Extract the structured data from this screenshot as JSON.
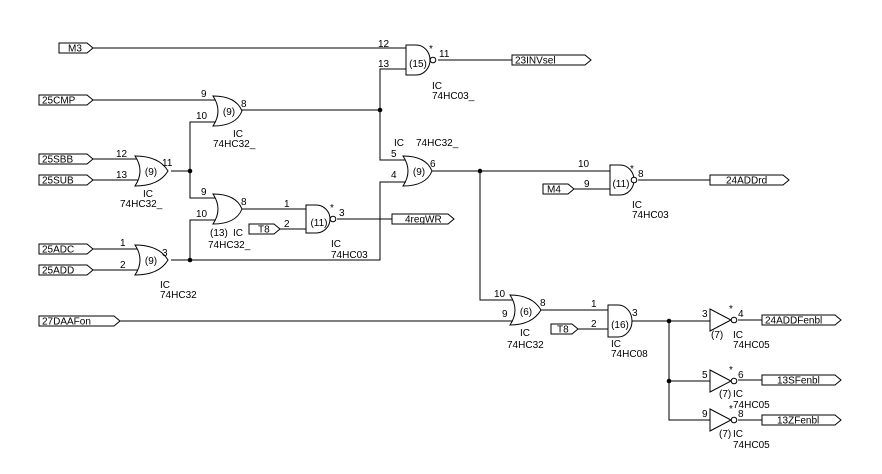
{
  "ports_in": {
    "m3": "M3",
    "cmp25": "25CMP",
    "sbb25": "25SBB",
    "sub25": "25SUB",
    "adc25": "25ADC",
    "add25": "25ADD",
    "daafon27": "27DAAFon",
    "m4": "M4",
    "t8a": "T8",
    "t8b": "T8"
  },
  "ports_out": {
    "invsel23": "23INVsel",
    "regwr4": "4regWR",
    "addrd24": "24ADDrd",
    "addfenbl24": "24ADDFenbl",
    "sfenbl13": "13SFenbl",
    "zfenbl13": "13ZFenbl"
  },
  "gates": {
    "g15": {
      "num": "(15)",
      "ic": "IC",
      "type": "74HC03_",
      "pin_a": "12",
      "pin_b": "13",
      "pin_out": "11",
      "star": "*"
    },
    "g9a": {
      "num": "(9)",
      "ic": "IC",
      "type": "74HC32_",
      "pin_a": "9",
      "pin_b": "10",
      "pin_out": "8"
    },
    "g9b": {
      "num": "(9)",
      "ic": "IC",
      "type": "74HC32_",
      "pin_a": "12",
      "pin_b": "13",
      "pin_out": "11"
    },
    "g13": {
      "num": "(13)",
      "ic": "IC",
      "type": "74HC32_",
      "pin_a": "9",
      "pin_b": "10",
      "pin_out": "8"
    },
    "g11a": {
      "num": "(11)",
      "ic": "IC",
      "type": "74HC03",
      "pin_a": "1",
      "pin_b": "2",
      "pin_out": "3",
      "star": "*"
    },
    "g9c": {
      "num": "(9)",
      "ic": "IC",
      "type": "74HC32",
      "pin_a": "1",
      "pin_b": "2",
      "pin_out": "3"
    },
    "g9d": {
      "num": "(9)",
      "ic": "IC",
      "type": "74HC32_",
      "pin_a": "5",
      "pin_b": "4",
      "pin_out": "6"
    },
    "g11b": {
      "num": "(11)",
      "ic": "IC",
      "type": "74HC03",
      "pin_a": "10",
      "pin_b": "9",
      "pin_out": "8",
      "star": "*"
    },
    "g6": {
      "num": "(6)",
      "ic": "IC",
      "type": "74HC32",
      "pin_a": "10",
      "pin_b": "9",
      "pin_out": "8"
    },
    "g16": {
      "num": "(16)",
      "ic": "IC",
      "type": "74HC08",
      "pin_a": "1",
      "pin_b": "2",
      "pin_out": "3"
    },
    "inv1": {
      "num": "(7)",
      "ic": "IC",
      "type": "74HC05",
      "pin_in": "3",
      "pin_out": "4",
      "star": "*"
    },
    "inv2": {
      "num": "(7)",
      "ic": "IC",
      "type": "74HC05",
      "pin_in": "5",
      "pin_out": "6",
      "star": "*"
    },
    "inv3": {
      "num": "(7)",
      "ic": "IC",
      "type": "74HC05",
      "pin_in": "9",
      "pin_out": "8",
      "star": "*"
    }
  }
}
